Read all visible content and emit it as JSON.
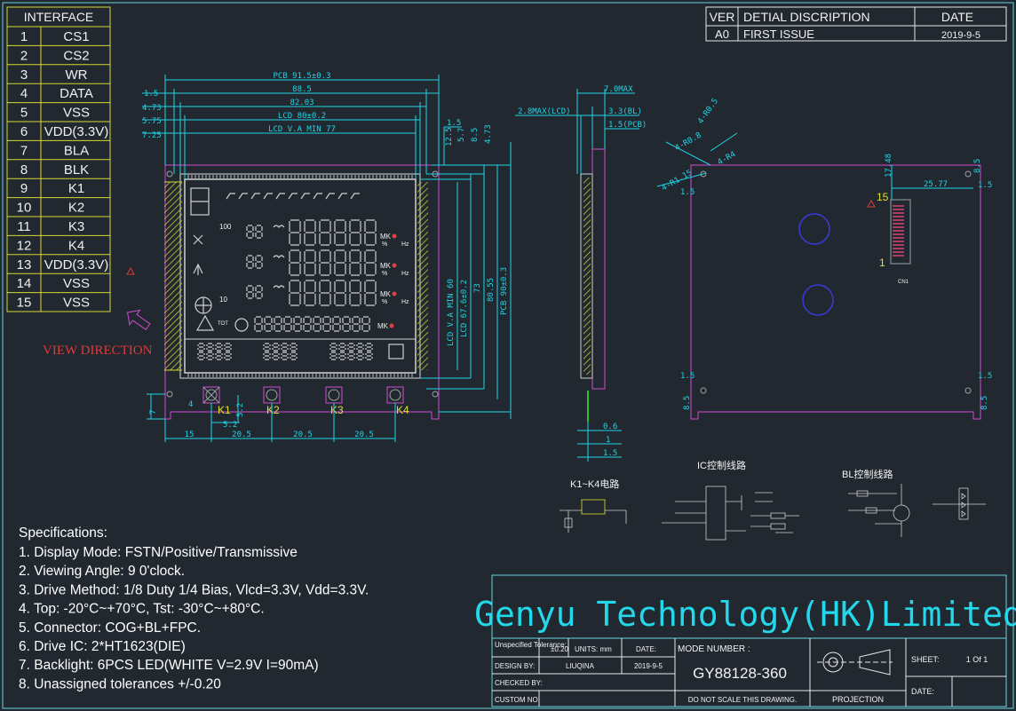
{
  "interface": {
    "title": "INTERFACE",
    "rows": [
      {
        "no": "1",
        "sig": "CS1"
      },
      {
        "no": "2",
        "sig": "CS2"
      },
      {
        "no": "3",
        "sig": "WR"
      },
      {
        "no": "4",
        "sig": "DATA"
      },
      {
        "no": "5",
        "sig": "VSS"
      },
      {
        "no": "6",
        "sig": "VDD(3.3V)"
      },
      {
        "no": "7",
        "sig": "BLA"
      },
      {
        "no": "8",
        "sig": "BLK"
      },
      {
        "no": "9",
        "sig": "K1"
      },
      {
        "no": "10",
        "sig": "K2"
      },
      {
        "no": "11",
        "sig": "K3"
      },
      {
        "no": "12",
        "sig": "K4"
      },
      {
        "no": "13",
        "sig": "VDD(3.3V)"
      },
      {
        "no": "14",
        "sig": "VSS"
      },
      {
        "no": "15",
        "sig": "VSS"
      }
    ]
  },
  "revision": {
    "headers": {
      "ver": "VER",
      "desc": "DETIAL DISCRIPTION",
      "date": "DATE"
    },
    "row": {
      "ver": "A0",
      "desc": "FIRST ISSUE",
      "date": "2019-9-5"
    }
  },
  "view_direction": "VIEW DIRECTION",
  "front_dims": {
    "pcb_w": "PCB 91.5±0.3",
    "d88": "88.5",
    "d82": "82.03",
    "lcd_w": "LCD 80±0.2",
    "lcd_va_w": "LCD V.A MIN 77",
    "l1": "1.5",
    "l2": "4.73",
    "l3": "5.75",
    "l4": "7.25",
    "r1": "1.5",
    "r2": "12.5",
    "r3": "5.7",
    "r4": "8.5",
    "r5": "4.73",
    "lcd_va_h": "LCD V.A MIN 60",
    "lcd_h": "LCD 67.6±0.2",
    "d73": "73",
    "d8055": "80.55",
    "pcb_h": "PCB 90±0.3",
    "b15": "15",
    "b205a": "20.5",
    "b205b": "20.5",
    "b205c": "20.5",
    "b52a": "5.2",
    "b52b": "5.2",
    "b7": "7",
    "b4": "4"
  },
  "keys": [
    "K1",
    "K2",
    "K3",
    "K4"
  ],
  "side_dims": {
    "max": "7.0MAX",
    "lcd": "2.8MAX(LCD)",
    "bl": "3.3(BL)",
    "pcb": "1.5(PCB)",
    "d06": "0.6",
    "d1": "1",
    "d15": "1.5"
  },
  "back_dims": {
    "r08": "4-R0.8",
    "r05": "4-R0.5",
    "r4": "4-R4",
    "r115": "4-R1.15",
    "d15a": "1.5",
    "d1748": "17.48",
    "d2577": "25.77",
    "d85": "8.5",
    "d15b": "1.5",
    "d15c": "1.5",
    "d15d": "1.5",
    "d85b": "8.5",
    "d85c": "8.5",
    "pin15": "15",
    "pin1": "1",
    "cn": "CN1"
  },
  "circuits": {
    "keys": "K1~K4电路",
    "ic": "IC控制线路",
    "bl": "BL控制线路"
  },
  "specs_title": "Specifications:",
  "specs": [
    "1. Display Mode: FSTN/Positive/Transmissive",
    "2. Viewing Angle: 9 0'clock.",
    "3. Drive Method: 1/8 Duty 1/4 Bias, Vlcd=3.3V, Vdd=3.3V.",
    "4. Top: -20°C~+70°C, Tst: -30°C~+80°C.",
    "5. Connector:  COG+BL+FPC.",
    "6. Drive IC: 2*HT1623(DIE)",
    "7. Backlight: 6PCS LED(WHITE V=2.9V I=90mA)",
    "8. Unassigned tolerances +/-0.20"
  ],
  "title_block": {
    "company": "Genyu Technology(HK)Limited",
    "tol_label": "Unspecified Tolerance:",
    "tol": "±0.20",
    "units": "UNITS: mm",
    "date_label": "DATE:",
    "date": "2019-9-5",
    "mode_label": "MODE NUMBER :",
    "mode": "GY88128-360",
    "design_label": "DESIGN   BY:",
    "designer": "LIUQINA",
    "date2": "2019-9-5",
    "checked": "CHECKED  BY:",
    "custom": "CUSTOM NO:",
    "noscale": "DO NOT SCALE THIS DRAWING.",
    "projection": "PROJECTION",
    "sheet_label": "SHEET:",
    "sheet": "1 Of 1",
    "date3": "DATE:"
  },
  "lcd_icons": {
    "t1": "MK",
    "t2": "%",
    "t3": "Hz",
    "tot": "TOT",
    "num": "10"
  }
}
